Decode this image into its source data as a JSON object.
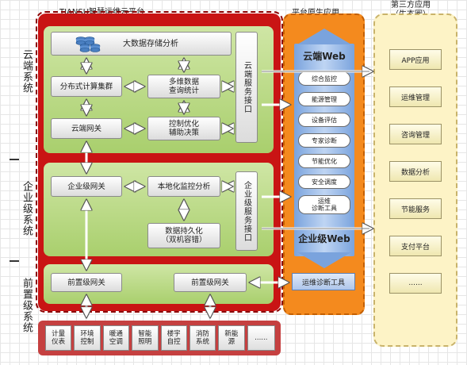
{
  "titles": {
    "platform": "TIANSU智慧运维云平台",
    "native": "平台原生应用",
    "third_line1": "第三方应用",
    "third_line2": "（生态圈）"
  },
  "side_labels": {
    "cloud": "云端系统",
    "enterprise": "企业级系统",
    "front": "前置级系统"
  },
  "cloud": {
    "storage": "大数据存储分析",
    "compute": "分布式计算集群",
    "query_l1": "多维数据",
    "query_l2": "查询统计",
    "gateway": "云端网关",
    "control_l1": "控制优化",
    "control_l2": "辅助决策",
    "service": "云端服务接口"
  },
  "enterprise": {
    "gateway": "企业级网关",
    "monitor": "本地化监控分析",
    "persist_l1": "数据持久化",
    "persist_l2": "（双机容错）",
    "service": "企业级服务接口"
  },
  "front": {
    "gateway1": "前置级网关",
    "gateway2": "前置级网关"
  },
  "native": {
    "cloud_web": "云端Web",
    "enterprise_web": "企业级Web",
    "items": [
      "综合监控",
      "能源管理",
      "设备评估",
      "专家诊断",
      "节能优化",
      "安全调度"
    ],
    "tool_l1": "运维",
    "tool_l2": "诊断工具",
    "diag_tool": "运维诊断工具"
  },
  "third_apps": [
    "APP应用",
    "运维管理",
    "咨询管理",
    "数据分析",
    "节能服务",
    "支付平台",
    "......"
  ],
  "devices": [
    {
      "l1": "计量",
      "l2": "仪表"
    },
    {
      "l1": "环境",
      "l2": "控制"
    },
    {
      "l1": "暖通",
      "l2": "空调"
    },
    {
      "l1": "智能",
      "l2": "照明"
    },
    {
      "l1": "楼宇",
      "l2": "自控"
    },
    {
      "l1": "消防",
      "l2": "系统"
    },
    {
      "l1": "新能",
      "l2": "源"
    },
    {
      "l1": "......",
      "l2": ""
    }
  ],
  "colors": {
    "platform_red": "#c91414",
    "layer_green": "#a9cf6d",
    "native_orange": "#f48a1e",
    "web_column_blue": "#8fb4e6",
    "third_party_yellow": "#fdf3c6"
  }
}
